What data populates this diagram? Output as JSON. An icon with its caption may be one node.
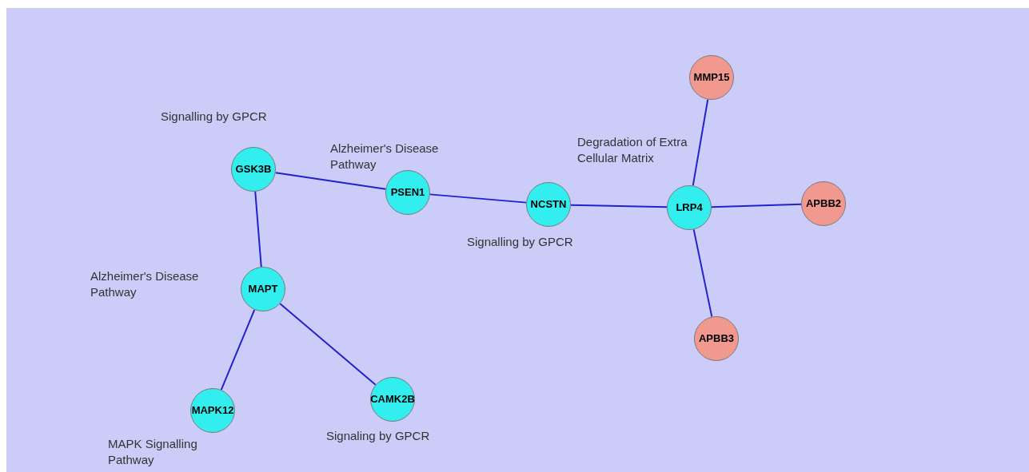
{
  "diagram": {
    "nodes": [
      {
        "text": [
          "GSK3B"
        ],
        "beside": [
          "Signalling by GPCR"
        ]
      },
      {
        "text": [
          "PSEN1"
        ],
        "beside": [
          "Alzheimer's Disease Pathway"
        ]
      },
      {
        "text": [
          "NCSTN"
        ],
        "beside": [
          "Signalling by GPCR"
        ]
      },
      {
        "text": [
          "LRP4"
        ],
        "beside": [
          "Degradation of Extra Cellular Matrix"
        ]
      },
      {
        "text": [
          "MMP15"
        ]
      },
      {
        "text": [
          "APBB2"
        ]
      },
      {
        "text": [
          "APBB3"
        ]
      },
      {
        "text": [
          "MAPT"
        ],
        "beside": [
          "Alzheimer's Disease Pathway"
        ]
      },
      {
        "text": [
          "MAPK12"
        ],
        "beside": [
          "MAPK Signalling Pathway"
        ]
      },
      {
        "text": [
          "CAMK2B"
        ],
        "beside": [
          "Signaling by GPCR"
        ]
      }
    ],
    "edges": [
      {
        "from": 0,
        "to": 1,
        "arrow": "none"
      },
      {
        "from": 1,
        "to": 2,
        "arrow": "none"
      },
      {
        "from": 2,
        "to": 3,
        "arrow": "none"
      },
      {
        "from": 3,
        "to": 4,
        "arrow": "none"
      },
      {
        "from": 3,
        "to": 5,
        "arrow": "none"
      },
      {
        "from": 3,
        "to": 6,
        "arrow": "none"
      },
      {
        "from": 0,
        "to": 7,
        "arrow": "none"
      },
      {
        "from": 7,
        "to": 8,
        "arrow": "none"
      },
      {
        "from": 7,
        "to": 9,
        "arrow": "none"
      }
    ]
  }
}
